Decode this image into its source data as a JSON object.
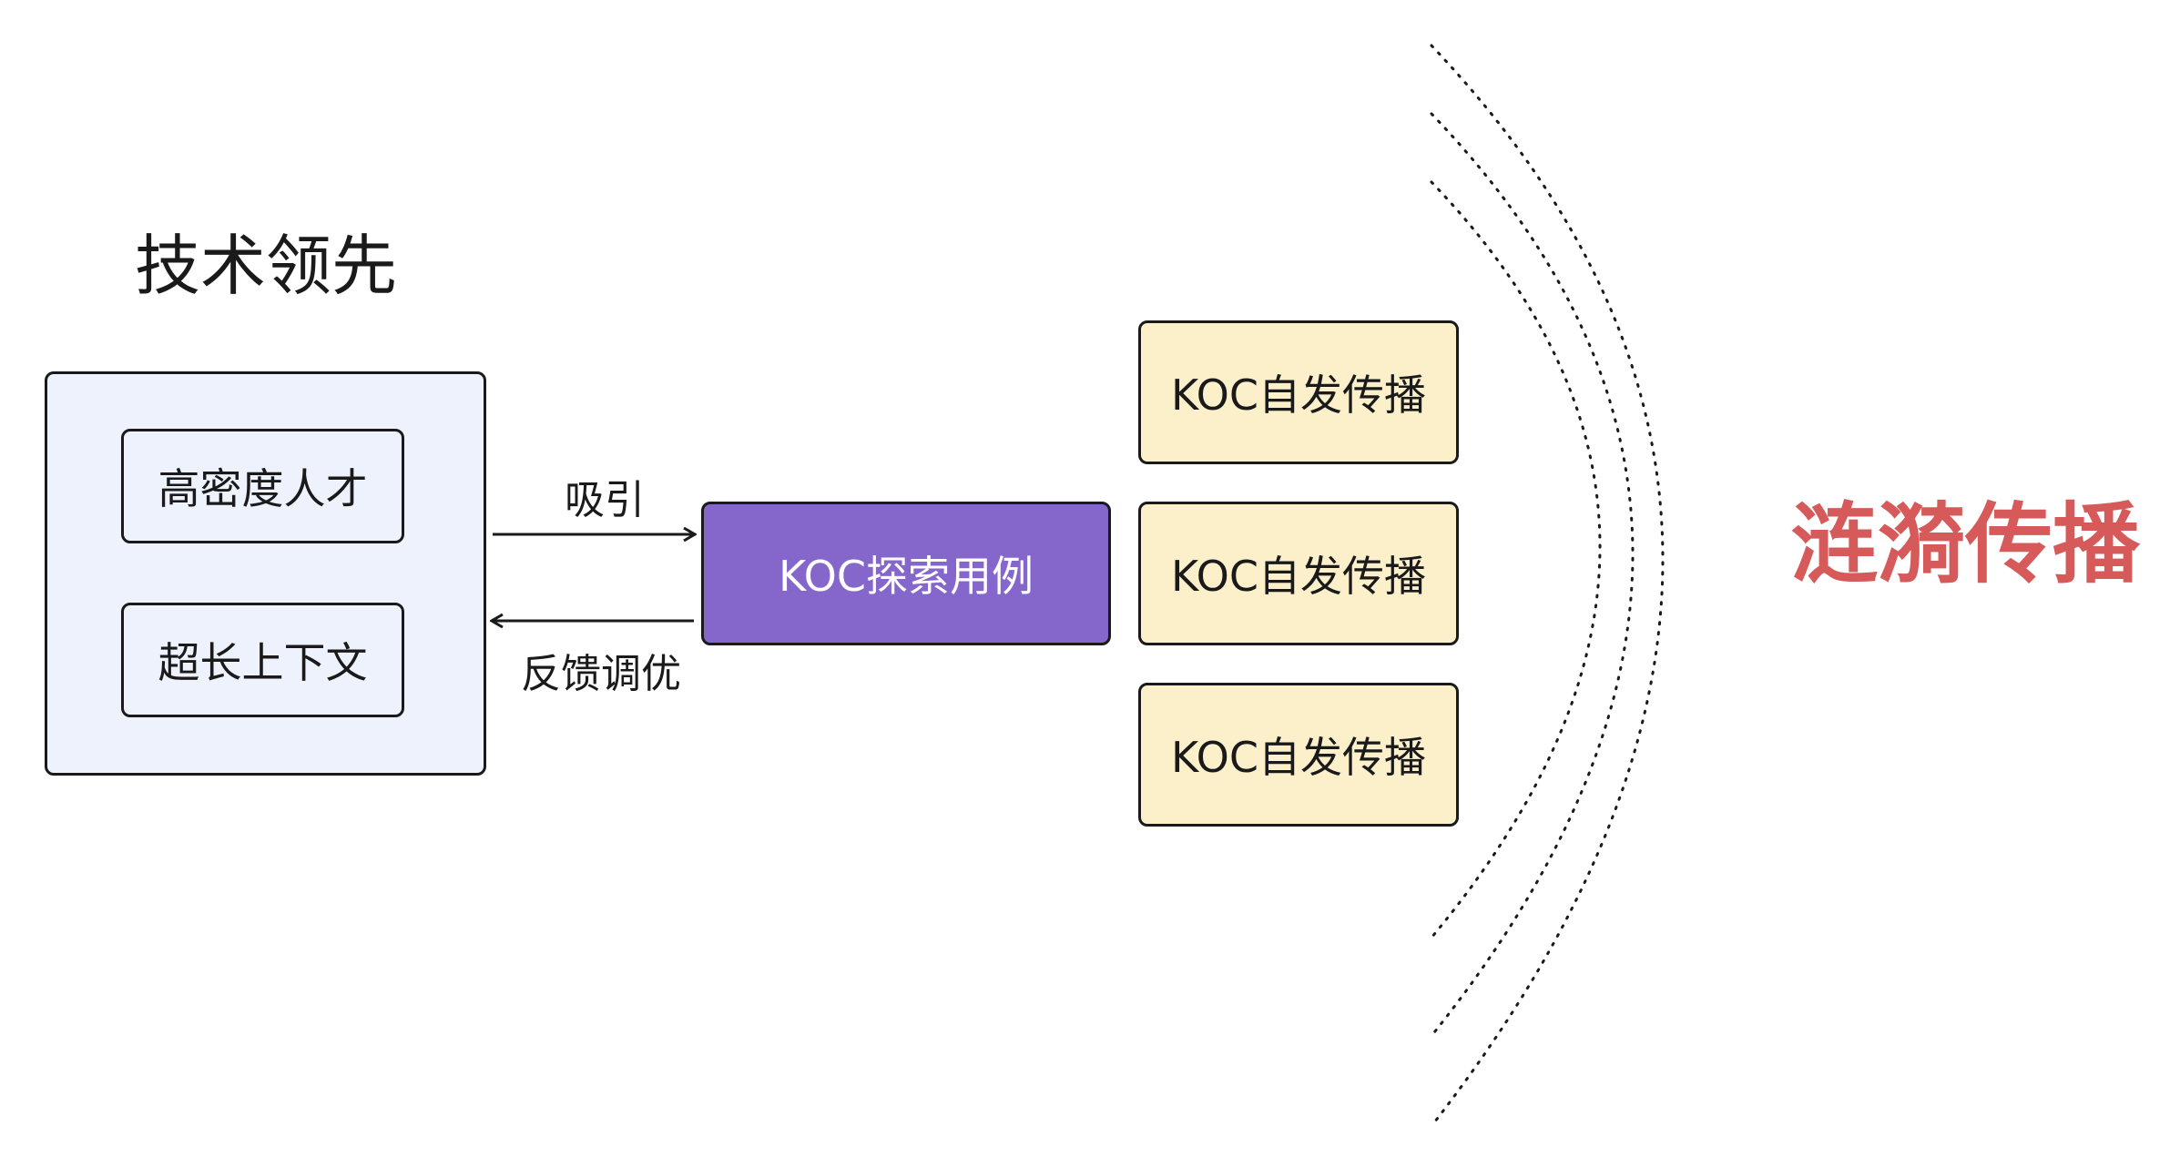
{
  "diagram": {
    "title": "技术领先",
    "tech_items": [
      "高密度人才",
      "超长上下文"
    ],
    "arrow_labels": {
      "attract": "吸引",
      "feedback": "反馈调优"
    },
    "center_node": "KOC探索用例",
    "koc_nodes": [
      "KOC自发传播",
      "KOC自发传播",
      "KOC自发传播"
    ],
    "ripple_label": "涟漪传播"
  },
  "colors": {
    "panel_bg": "#eef2fc",
    "center_fill": "#8567cb",
    "koc_fill": "#fcf0cb",
    "ripple_text": "#d65a5a",
    "stroke": "#1a1a1a"
  }
}
